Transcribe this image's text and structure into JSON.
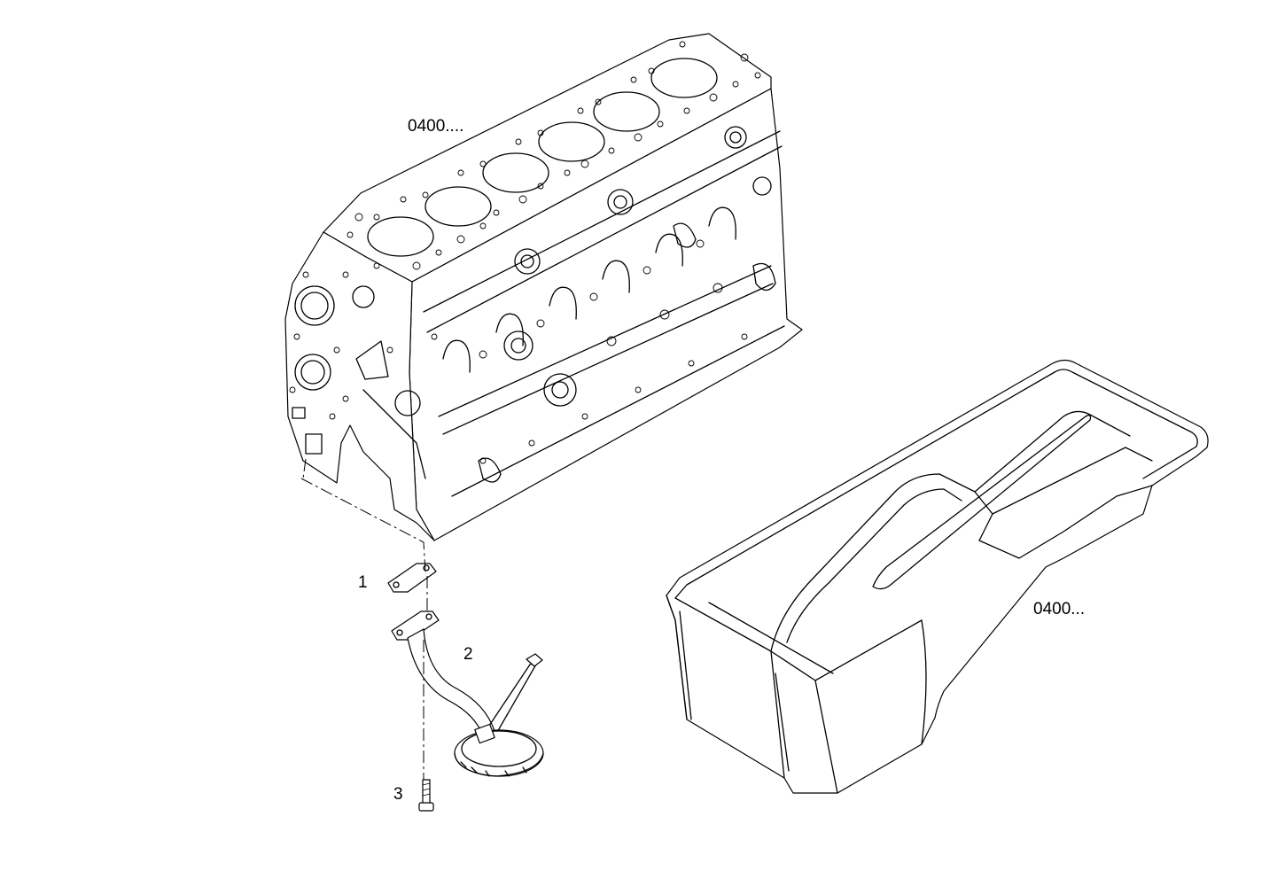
{
  "labels": {
    "block_ref": "0400....",
    "pan_ref": "0400...",
    "item1": "1",
    "item2": "2",
    "item3": "3"
  },
  "parts": {
    "block": "engine-block",
    "pan": "oil-pan",
    "gasket": "gasket",
    "pickup": "oil-pickup-tube",
    "bolt": "bolt"
  },
  "colors": {
    "line": "#000000",
    "background": "#ffffff"
  }
}
